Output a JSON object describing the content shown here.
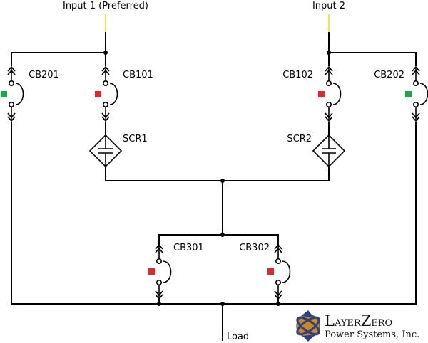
{
  "inputs": {
    "input1": "Input 1 (Preferred)",
    "input2": "Input 2"
  },
  "output": {
    "load": "Load"
  },
  "breakers": {
    "cb201": {
      "label": "CB201",
      "state_color": "#1aa64a"
    },
    "cb101": {
      "label": "CB101",
      "state_color": "#e8262a"
    },
    "cb102": {
      "label": "CB102",
      "state_color": "#e8262a"
    },
    "cb202": {
      "label": "CB202",
      "state_color": "#1aa64a"
    },
    "cb301": {
      "label": "CB301",
      "state_color": "#e8262a"
    },
    "cb302": {
      "label": "CB302",
      "state_color": "#e8262a"
    }
  },
  "switches": {
    "scr1": {
      "label": "SCR1"
    },
    "scr2": {
      "label": "SCR2"
    }
  },
  "logo": {
    "name_first_letter": "L",
    "name_rest_1": "AYER",
    "name_mid_letter": "Z",
    "name_rest_2": "ERO",
    "tagline": "Power Systems, Inc.",
    "icon": "layerzero-globe-icon"
  },
  "colors": {
    "wire": "#000000",
    "input_feed": "#e8e84a",
    "breaker_open": "#e8262a",
    "breaker_closed": "#1aa64a"
  }
}
